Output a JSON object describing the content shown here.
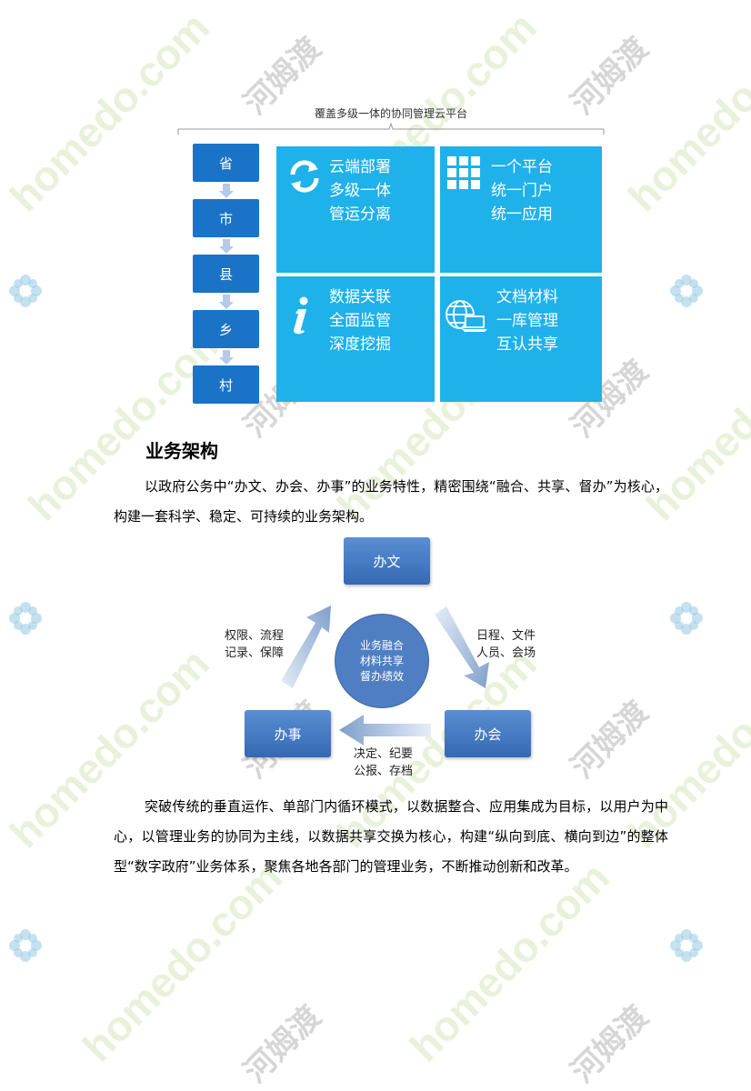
{
  "top_diagram": {
    "caption": "覆盖多级一体的协同管理云平台",
    "levels": [
      "省",
      "市",
      "县",
      "乡",
      "村"
    ],
    "tiles": [
      {
        "icon": "refresh-icon",
        "lines": [
          "云端部署",
          "多级一体",
          "管运分离"
        ]
      },
      {
        "icon": "grid-icon",
        "lines": [
          "一个平台",
          "统一门户",
          "统一应用"
        ]
      },
      {
        "icon": "info-icon",
        "lines": [
          "数据关联",
          "全面监管",
          "深度挖掘"
        ]
      },
      {
        "icon": "globe-laptop-icon",
        "lines": [
          "文档材料",
          "一库管理",
          "互认共享"
        ]
      }
    ],
    "colors": {
      "tile": "#1fb1ea",
      "level": "#1a73c7"
    }
  },
  "section": {
    "heading": "业务架构",
    "paragraph1": "以政府公务中“办文、办会、办事”的业务特性，精密围绕“融合、共享、督办”为核心，构建一套科学、稳定、可持续的业务架构。",
    "paragraph2": "突破传统的垂直运作、单部门内循环模式，以数据整合、应用集成为目标，以用户为中心，以管理业务的协同为主线，以数据共享交换为核心，构建“纵向到底、横向到边”的整体型“数字政府”业务体系，聚焦各地各部门的管理业务，不断推动创新和改革。"
  },
  "cycle_diagram": {
    "nodes": {
      "top": "办文",
      "right": "办会",
      "left": "办事"
    },
    "center": [
      "业务融合",
      "材料共享",
      "督办绩效"
    ],
    "notes": {
      "left": [
        "权限、流程",
        "记录、保障"
      ],
      "right": [
        "日程、文件",
        "人员、会场"
      ],
      "bottom": [
        "决定、纪要",
        "公报、存档"
      ]
    }
  },
  "watermark": {
    "latin": "homedo.com",
    "cn": "河姆渡"
  }
}
